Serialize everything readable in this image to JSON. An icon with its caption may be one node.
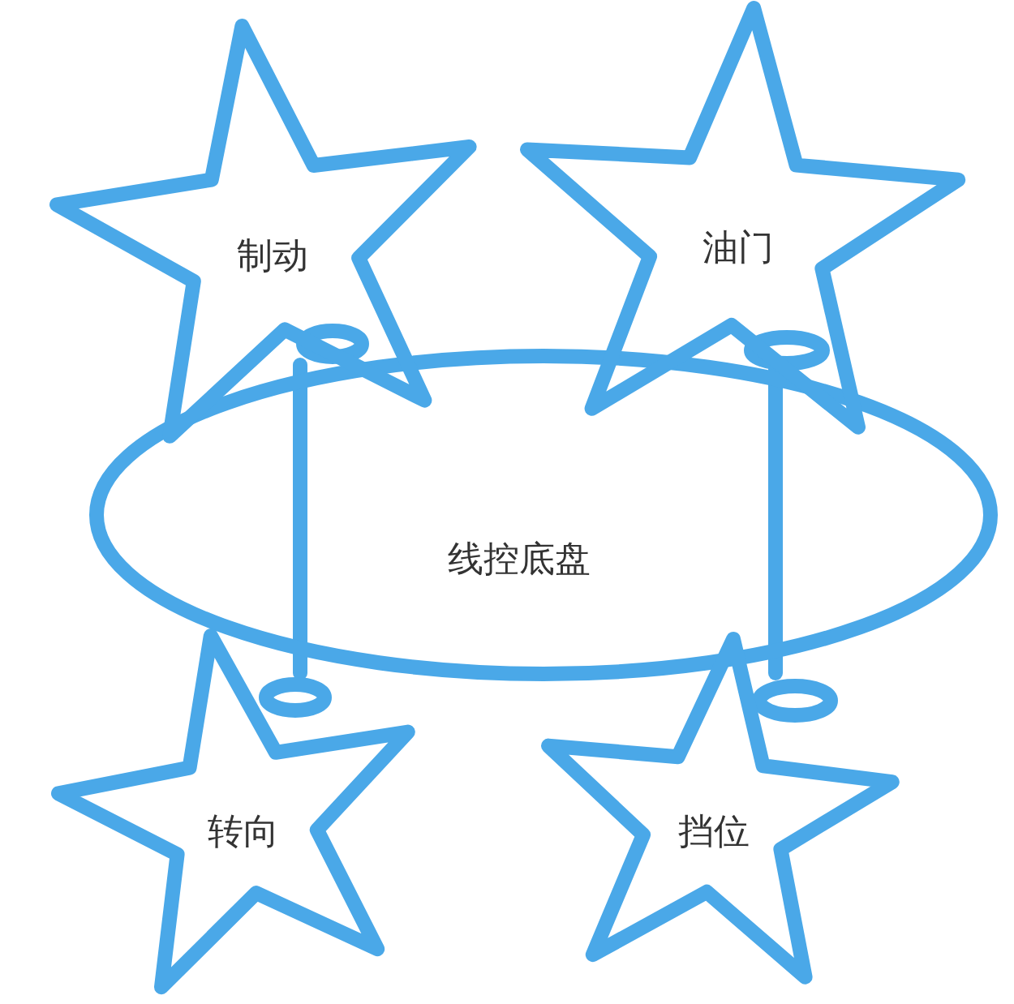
{
  "diagram": {
    "nodes": [
      {
        "text": [
          "线控底盘"
        ]
      },
      {
        "text": [
          "制动"
        ]
      },
      {
        "text": [
          "油门"
        ]
      },
      {
        "text": [
          "转向"
        ]
      },
      {
        "text": [
          "挡位"
        ]
      }
    ]
  }
}
